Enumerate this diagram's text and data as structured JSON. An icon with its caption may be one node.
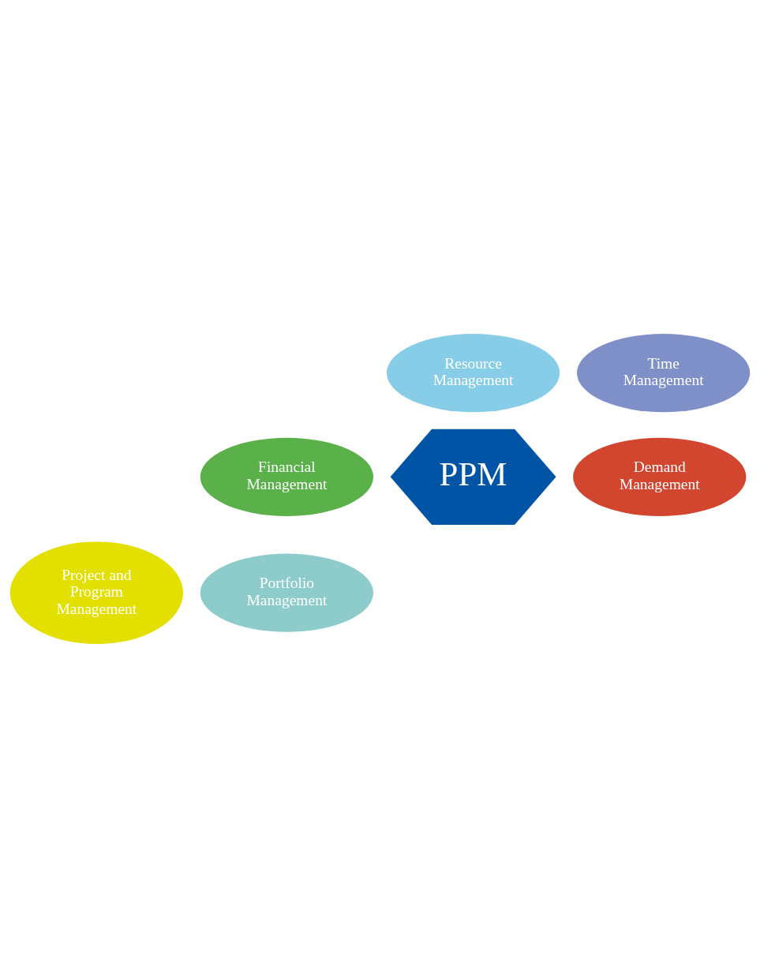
{
  "diagram": {
    "nodes": [
      {
        "text": [
          "Resource Management"
        ]
      },
      {
        "text": [
          "Time Management"
        ]
      },
      {
        "text": [
          "Demand Management"
        ]
      },
      {
        "text": [
          "Financial Management"
        ]
      },
      {
        "text": [
          "PPM"
        ]
      },
      {
        "text": [
          "Portfolio Management"
        ]
      },
      {
        "text": [
          "Project and Program Management"
        ]
      }
    ],
    "edges": []
  }
}
